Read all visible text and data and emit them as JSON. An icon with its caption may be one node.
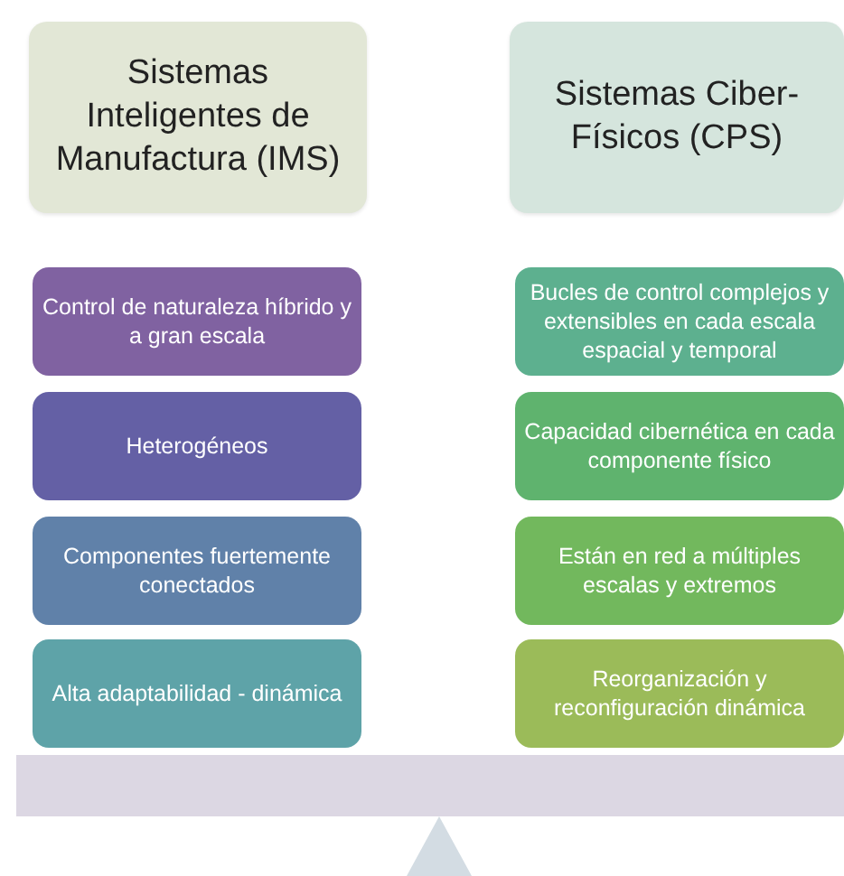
{
  "diagram": {
    "nodes": [
      {
        "text": [
          "Sistemas Inteligentes de Manufactura (IMS)"
        ]
      },
      {
        "text": [
          "Sistemas Ciber-Físicos (CPS)"
        ]
      },
      {
        "text": [
          "Control de naturaleza híbrido y a gran escala"
        ]
      },
      {
        "text": [
          "Bucles de control complejos y extensibles en cada escala espacial y temporal"
        ]
      },
      {
        "text": [
          "Heterogéneos"
        ]
      },
      {
        "text": [
          "Capacidad cibernética en cada componente físico"
        ]
      },
      {
        "text": [
          "Componentes fuertemente conectados"
        ]
      },
      {
        "text": [
          "Están en red a múltiples escalas y extremos"
        ]
      },
      {
        "text": [
          "Alta adaptabilidad - dinámica"
        ]
      },
      {
        "text": [
          "Reorganización y reconfiguración dinámica"
        ]
      },
      {
        "text": [],
        "shape": "bar"
      },
      {
        "text": [],
        "shape": "triangle"
      }
    ],
    "edges": []
  }
}
